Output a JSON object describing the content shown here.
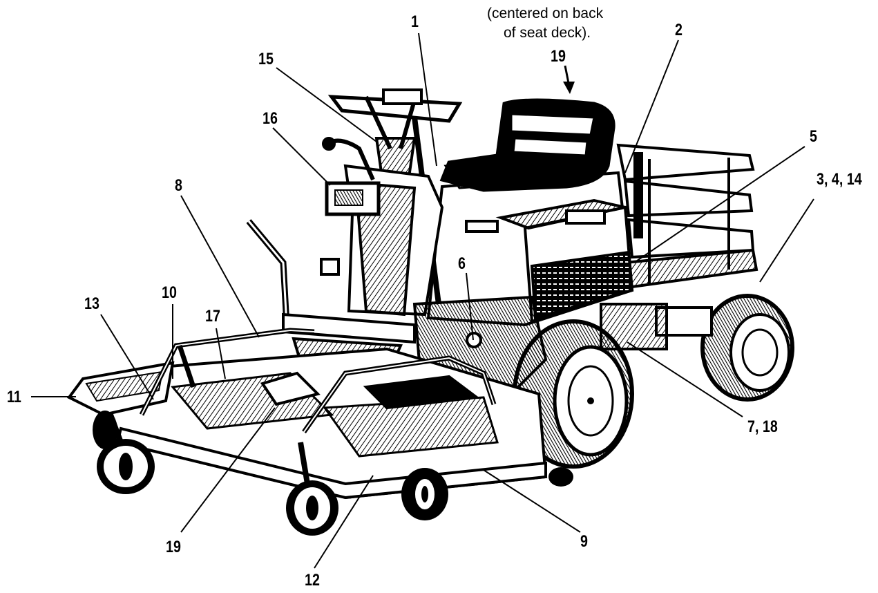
{
  "note": {
    "line1": "(centered on back",
    "line2": "of seat deck)."
  },
  "callouts": {
    "c1": "1",
    "c2": "2",
    "c3_4_14": "3, 4, 14",
    "c5": "5",
    "c6": "6",
    "c7_18": "7, 18",
    "c8": "8",
    "c9": "9",
    "c10": "10",
    "c11": "11",
    "c12": "12",
    "c13": "13",
    "c15": "15",
    "c16": "16",
    "c17": "17",
    "c19_top": "19",
    "c19_bottom": "19"
  },
  "colors": {
    "ink": "#000000",
    "paper": "#ffffff"
  }
}
